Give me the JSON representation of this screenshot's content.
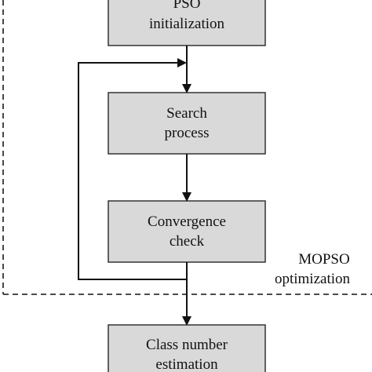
{
  "colors": {
    "box_fill": "#d9d9d9",
    "box_stroke": "#333333",
    "line": "#111111"
  },
  "region": {
    "label_line1": "MOPSO",
    "label_line2": "optimization"
  },
  "boxes": {
    "init": {
      "line1": "PSO",
      "line2": "initialization"
    },
    "search": {
      "line1": "Search",
      "line2": "process"
    },
    "convergence": {
      "line1": "Convergence",
      "line2": "check"
    },
    "class": {
      "line1": "Class number",
      "line2": "estimation"
    }
  }
}
